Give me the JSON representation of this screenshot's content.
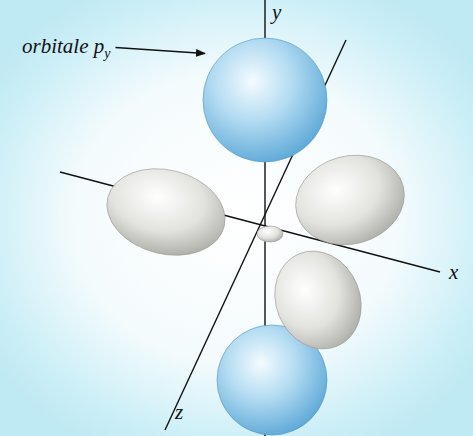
{
  "diagram": {
    "labels": [
      "orbitale p",
      "y",
      "y",
      "x",
      "z"
    ]
  }
}
